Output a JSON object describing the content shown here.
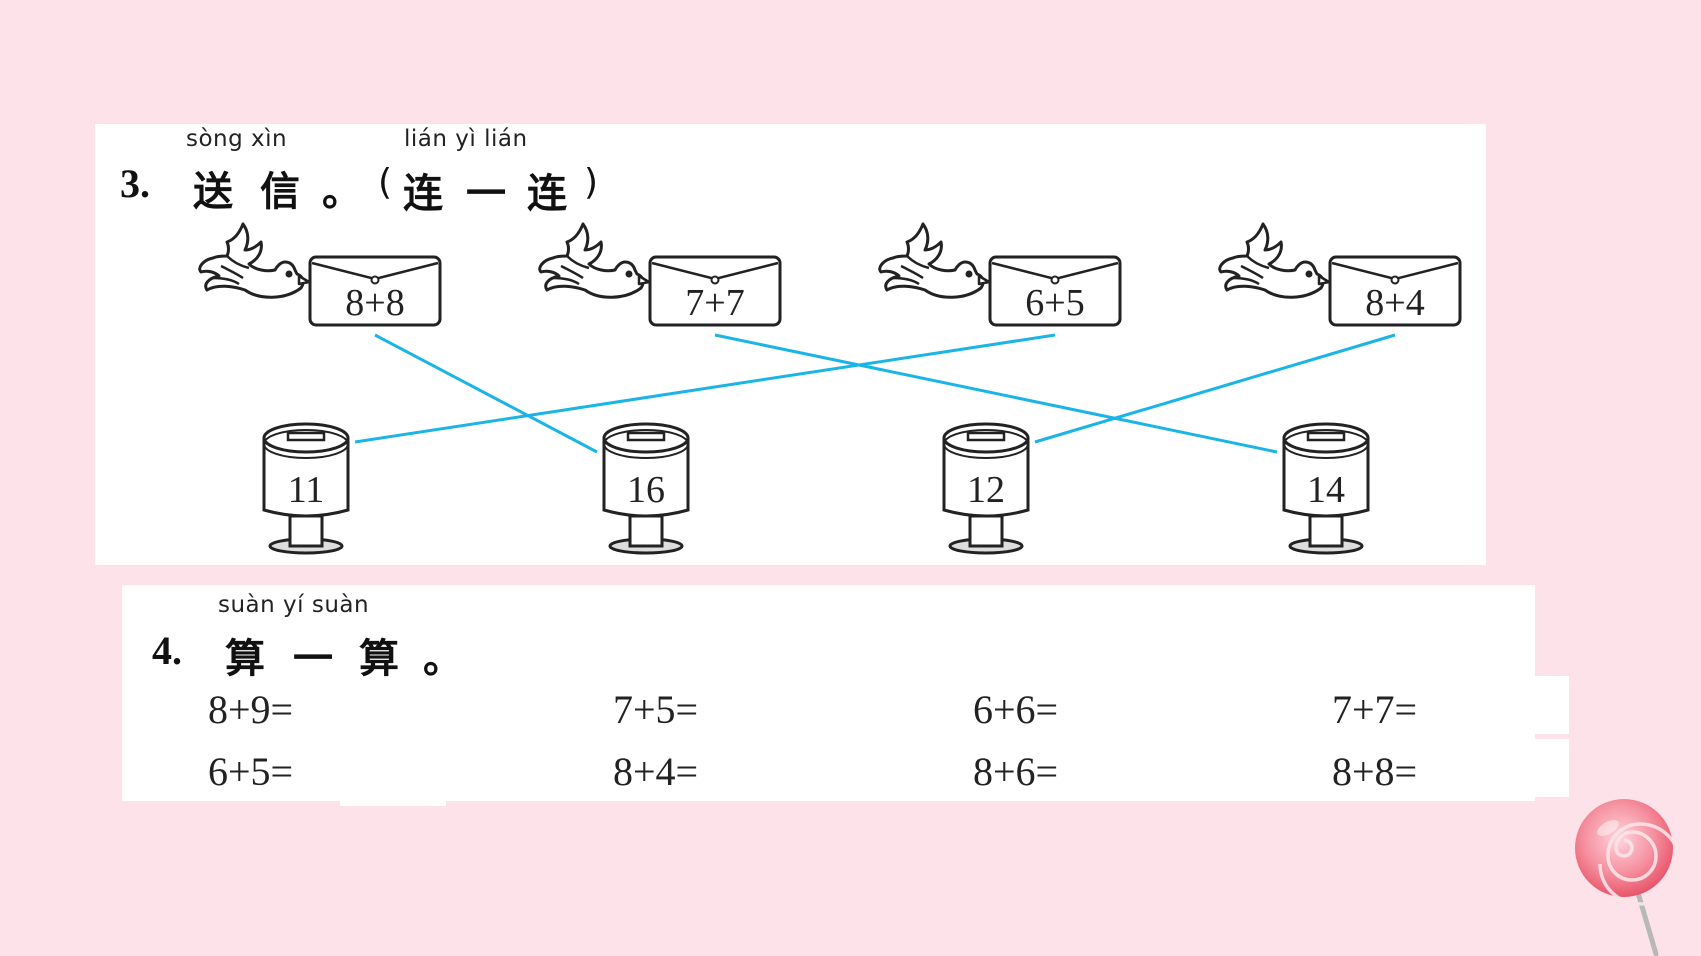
{
  "question3": {
    "number": "3.",
    "pinyin_song_xin": "sòng xìn",
    "pinyin_lian_yi_lian": "lián yì lián",
    "title_chars": [
      "送",
      "信"
    ],
    "title_period": "。",
    "instruction_open": "(",
    "instruction_chars": [
      "连",
      "一",
      "连"
    ],
    "instruction_close": ")",
    "envelopes": [
      "8+8",
      "7+7",
      "6+5",
      "8+4"
    ],
    "mailboxes": [
      "11",
      "16",
      "12",
      "14"
    ],
    "connections": [
      {
        "envelope": "8+8",
        "mailbox": "16"
      },
      {
        "envelope": "7+7",
        "mailbox": "14"
      },
      {
        "envelope": "6+5",
        "mailbox": "11"
      },
      {
        "envelope": "8+4",
        "mailbox": "12"
      }
    ],
    "line_color": "#1ab4e6"
  },
  "question4": {
    "number": "4.",
    "pinyin": "suàn yí suàn",
    "title_chars": [
      "算",
      "一",
      "算"
    ],
    "title_period": "。",
    "row1": [
      "8+9=",
      "7+5=",
      "6+6=",
      "7+7="
    ],
    "row2": [
      "6+5=",
      "8+4=",
      "8+6=",
      "8+8="
    ]
  },
  "colors": {
    "background": "#fde3e9",
    "panel": "#ffffff"
  }
}
